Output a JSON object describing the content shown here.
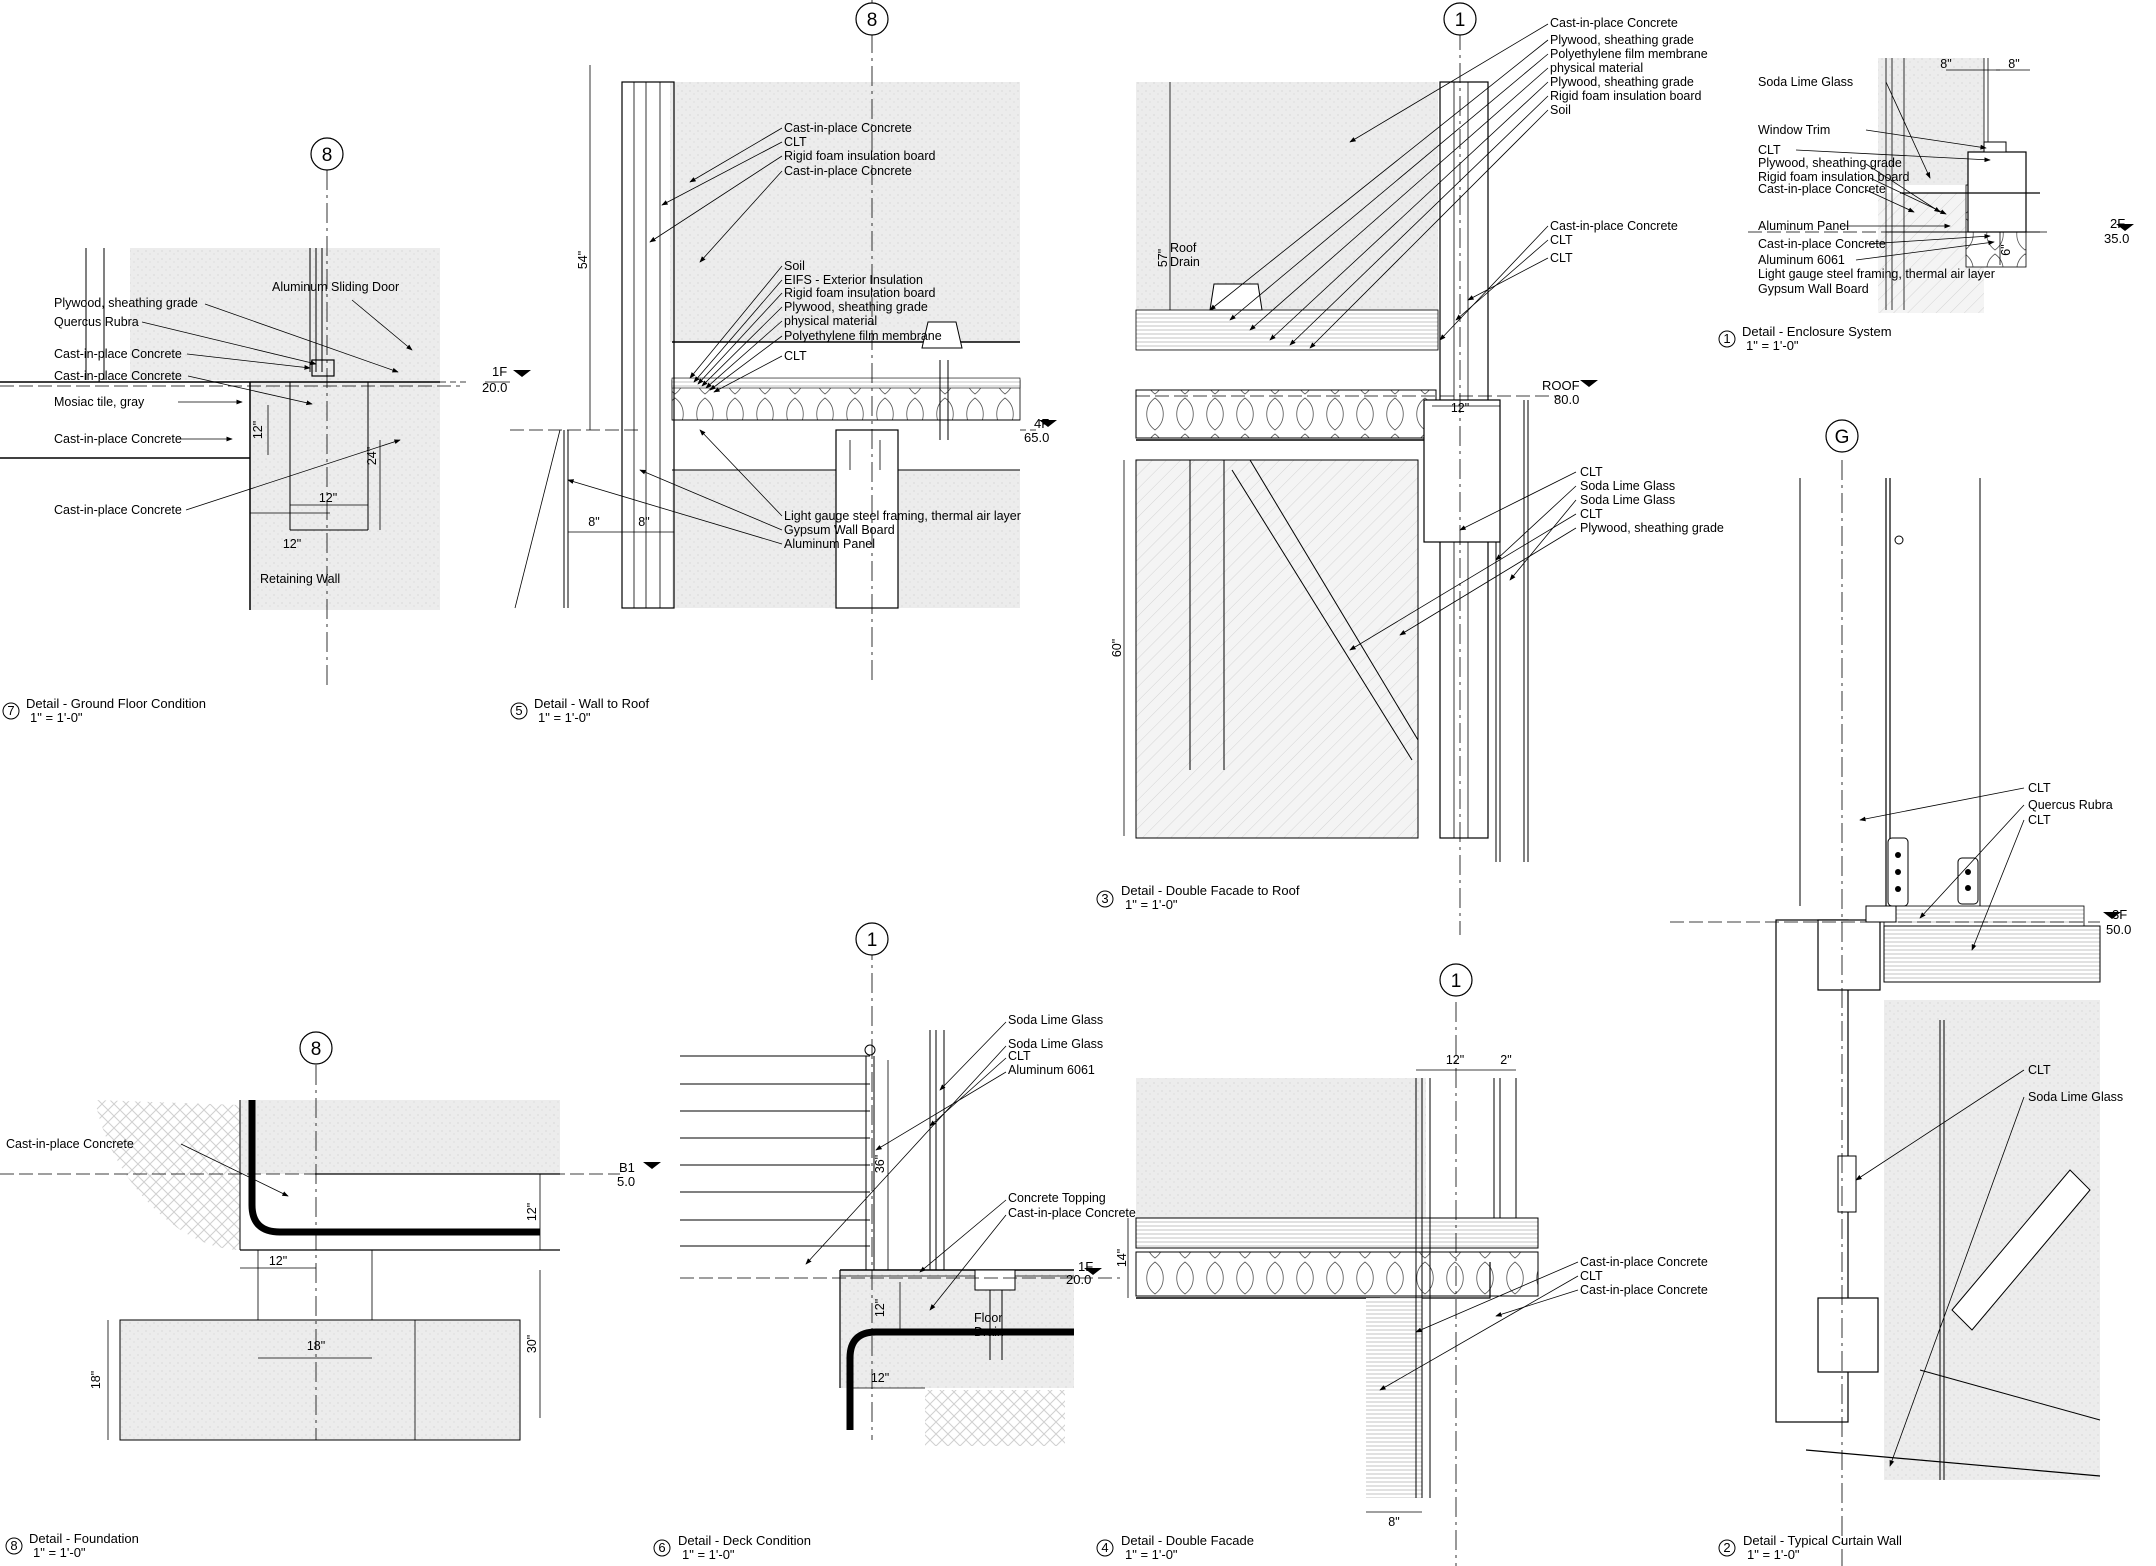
{
  "details": [
    {
      "num": "7",
      "title": "Detail - Ground Floor Condition",
      "scale": "1\" = 1'-0\""
    },
    {
      "num": "5",
      "title": "Detail - Wall to Roof",
      "scale": "1\" = 1'-0\""
    },
    {
      "num": "3",
      "title": "Detail - Double Facade to Roof",
      "scale": "1\" = 1'-0\""
    },
    {
      "num": "1",
      "title": "Detail - Enclosure System",
      "scale": "1\" = 1'-0\""
    },
    {
      "num": "8",
      "title": "Detail - Foundation",
      "scale": "1\" = 1'-0\""
    },
    {
      "num": "6",
      "title": "Detail - Deck Condition",
      "scale": "1\" = 1'-0\""
    },
    {
      "num": "4",
      "title": "Detail - Double Facade",
      "scale": "1\" = 1'-0\""
    },
    {
      "num": "2",
      "title": "Detail - Typical Curtain Wall",
      "scale": "1\" = 1'-0\""
    }
  ],
  "grids": {
    "g7": "8",
    "g5": "8",
    "g3": "1",
    "g8": "8",
    "g6": "1",
    "g4": "1",
    "g2": "G"
  },
  "levels": {
    "d7": {
      "name": "1F",
      "elev": "20.0"
    },
    "d5": {
      "name": "4F",
      "elev": "65.0"
    },
    "d3": {
      "name": "ROOF",
      "elev": "80.0"
    },
    "d1": {
      "name": "2F",
      "elev": "35.0"
    },
    "d8": {
      "name": "B1",
      "elev": "5.0"
    },
    "d6": {
      "name": "1F",
      "elev": "20.0"
    },
    "d2": {
      "name": "3F",
      "elev": "50.0"
    }
  },
  "labels": {
    "d7": [
      "Plywood, sheathing grade",
      "Quercus Rubra",
      "Cast-in-place Concrete",
      "Cast-in-place Concrete",
      "Mosiac tile, gray",
      "Cast-in-place Concrete",
      "Cast-in-place Concrete",
      "Aluminum Sliding Door",
      "Retaining Wall"
    ],
    "d5a": [
      "Cast-in-place Concrete",
      "CLT",
      "Rigid foam insulation board",
      "Cast-in-place Concrete"
    ],
    "d5b": [
      "Soil",
      "EIFS - Exterior Insulation",
      "Rigid foam insulation board",
      "Plywood, sheathing grade",
      "physical material",
      "Polyethylene film membrane",
      "CLT"
    ],
    "d5c": [
      "Light gauge steel framing, thermal air layer",
      "Gypsum Wall Board",
      "Aluminum Panel"
    ],
    "d3a": [
      "Cast-in-place Concrete",
      "Plywood, sheathing grade",
      "Polyethylene film membrane",
      "physical material",
      "Plywood, sheathing grade",
      "Rigid foam insulation board",
      "Soil"
    ],
    "d3b": [
      "Cast-in-place Concrete",
      "CLT",
      "CLT"
    ],
    "d3c": [
      "CLT",
      "Soda Lime Glass",
      "Soda Lime Glass",
      "CLT",
      "Plywood, sheathing grade"
    ],
    "d3_roofdrain": [
      "Roof",
      "Drain"
    ],
    "d1": [
      "Soda Lime Glass",
      "Window Trim",
      "CLT",
      "Plywood, sheathing grade",
      "Rigid foam insulation board",
      "Cast-in-place Concrete",
      "Aluminum Panel",
      "Cast-in-place Concrete",
      "Aluminum 6061",
      "Light gauge steel framing, thermal air layer",
      "Gypsum Wall Board"
    ],
    "d8": [
      "Cast-in-place Concrete"
    ],
    "d6": [
      "Soda Lime Glass",
      "Soda Lime Glass",
      "CLT",
      "Aluminum 6061",
      "Concrete Topping",
      "Cast-in-place Concrete"
    ],
    "d6_floordrain": [
      "Floor",
      "Drain"
    ],
    "d4": [
      "Cast-in-place Concrete",
      "CLT",
      "Cast-in-place Concrete"
    ],
    "d2": [
      "CLT",
      "Quercus Rubra",
      "CLT",
      "CLT",
      "Soda Lime Glass"
    ]
  },
  "dims": {
    "d7": [
      "12\"",
      "12\"",
      "24\"",
      "12\""
    ],
    "d5": [
      "54\"",
      "8\"",
      "8\""
    ],
    "d3": [
      "57\"",
      "12\"",
      "60\""
    ],
    "d1": [
      "8\"",
      "8\"",
      "6\""
    ],
    "d8": [
      "12\"",
      "18\"",
      "12\"",
      "30\"",
      "18\""
    ],
    "d6": [
      "36\"",
      "12\"",
      "12\""
    ],
    "d4": [
      "12\"",
      "2\"",
      "14\"",
      "8\""
    ]
  }
}
